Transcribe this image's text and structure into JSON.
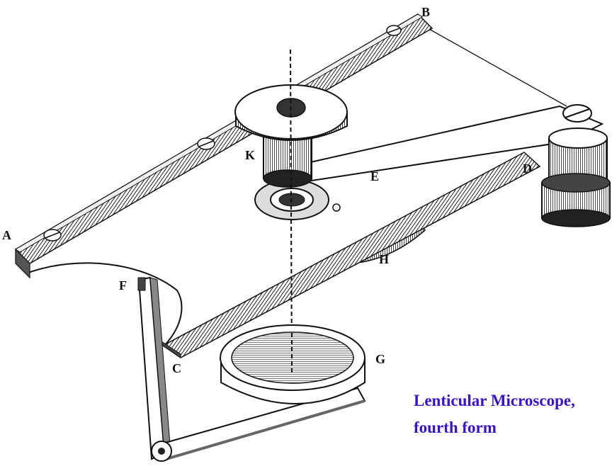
{
  "figure": {
    "labels": {
      "A": "A",
      "B": "B",
      "C": "C",
      "D": "D",
      "E": "E",
      "F": "F",
      "G": "G",
      "H": "H",
      "K": "K"
    }
  },
  "caption": {
    "line1": "Lenticular Microscope,",
    "line2": "fourth form",
    "color": "#3a10d8"
  },
  "colors": {
    "ink": "#111111",
    "metal_dark": "#2b2b2b",
    "metal_mid": "#6a6a6a",
    "paper": "#ffffff"
  }
}
